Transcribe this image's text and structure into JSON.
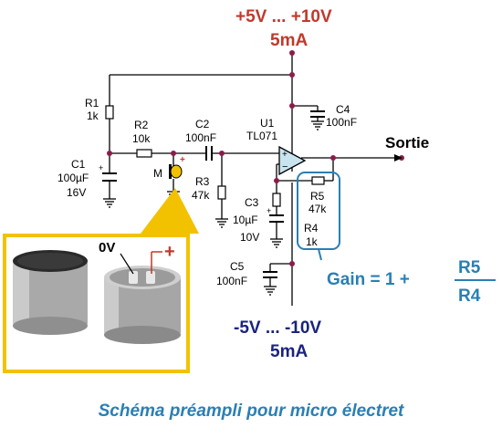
{
  "colors": {
    "wire": "#000000",
    "node": "#8b1c4a",
    "supply_pos": "#c0392b",
    "supply_neg": "#1a237e",
    "accent_blue": "#2a7fb4",
    "highlight_yellow": "#f2c200",
    "opamp_fill": "#c8e4ef",
    "mic_fill": "#f2c200"
  },
  "supply_pos": {
    "voltage": "+5V ... +10V",
    "current": "5mA"
  },
  "supply_neg": {
    "voltage": "-5V ... -10V",
    "current": "5mA"
  },
  "components": {
    "R1": {
      "ref": "R1",
      "value": "1k"
    },
    "R2": {
      "ref": "R2",
      "value": "10k"
    },
    "R3": {
      "ref": "R3",
      "value": "47k"
    },
    "R4": {
      "ref": "R4",
      "value": "1k"
    },
    "R5": {
      "ref": "R5",
      "value": "47k"
    },
    "C1": {
      "ref": "C1",
      "value": "100µF",
      "voltage": "16V"
    },
    "C2": {
      "ref": "C2",
      "value": "100nF"
    },
    "C3": {
      "ref": "C3",
      "value": "10µF",
      "voltage": "10V"
    },
    "C4": {
      "ref": "C4",
      "value": "100nF"
    },
    "C5": {
      "ref": "C5",
      "value": "100nF"
    },
    "U1": {
      "ref": "U1",
      "value": "TL071"
    },
    "M": {
      "ref": "M"
    }
  },
  "output_label": "Sortie",
  "gain": {
    "prefix": "Gain = 1 +",
    "numerator": "R5",
    "denominator": "R4"
  },
  "inset": {
    "label_0v": "0V",
    "label_plus": "+"
  },
  "caption": "Schéma préampli pour micro électret"
}
